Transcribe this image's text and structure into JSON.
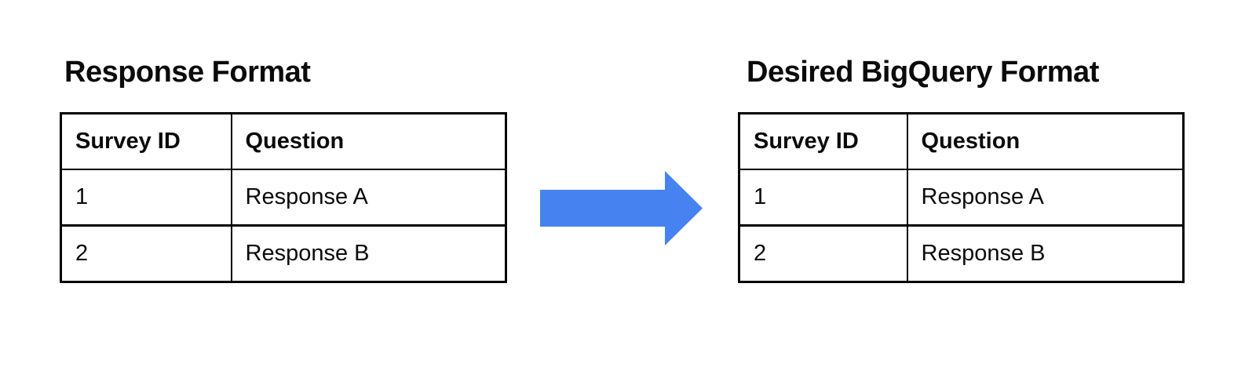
{
  "canvas": {
    "background_color": "#ffffff",
    "border_color": "#000000",
    "text_color": "#0b0b0b"
  },
  "left_panel": {
    "title": "Response Format",
    "table": {
      "headers": [
        "Survey ID",
        "Question"
      ],
      "rows": [
        [
          "1",
          "Response A"
        ],
        [
          "2",
          "Response B"
        ]
      ]
    }
  },
  "arrow": {
    "icon": "right-arrow-icon",
    "direction": "right",
    "color": "#4683f1"
  },
  "right_panel": {
    "title": "Desired BigQuery Format",
    "table": {
      "headers": [
        "Survey ID",
        "Question"
      ],
      "rows": [
        [
          "1",
          "Response A"
        ],
        [
          "2",
          "Response B"
        ]
      ]
    }
  }
}
